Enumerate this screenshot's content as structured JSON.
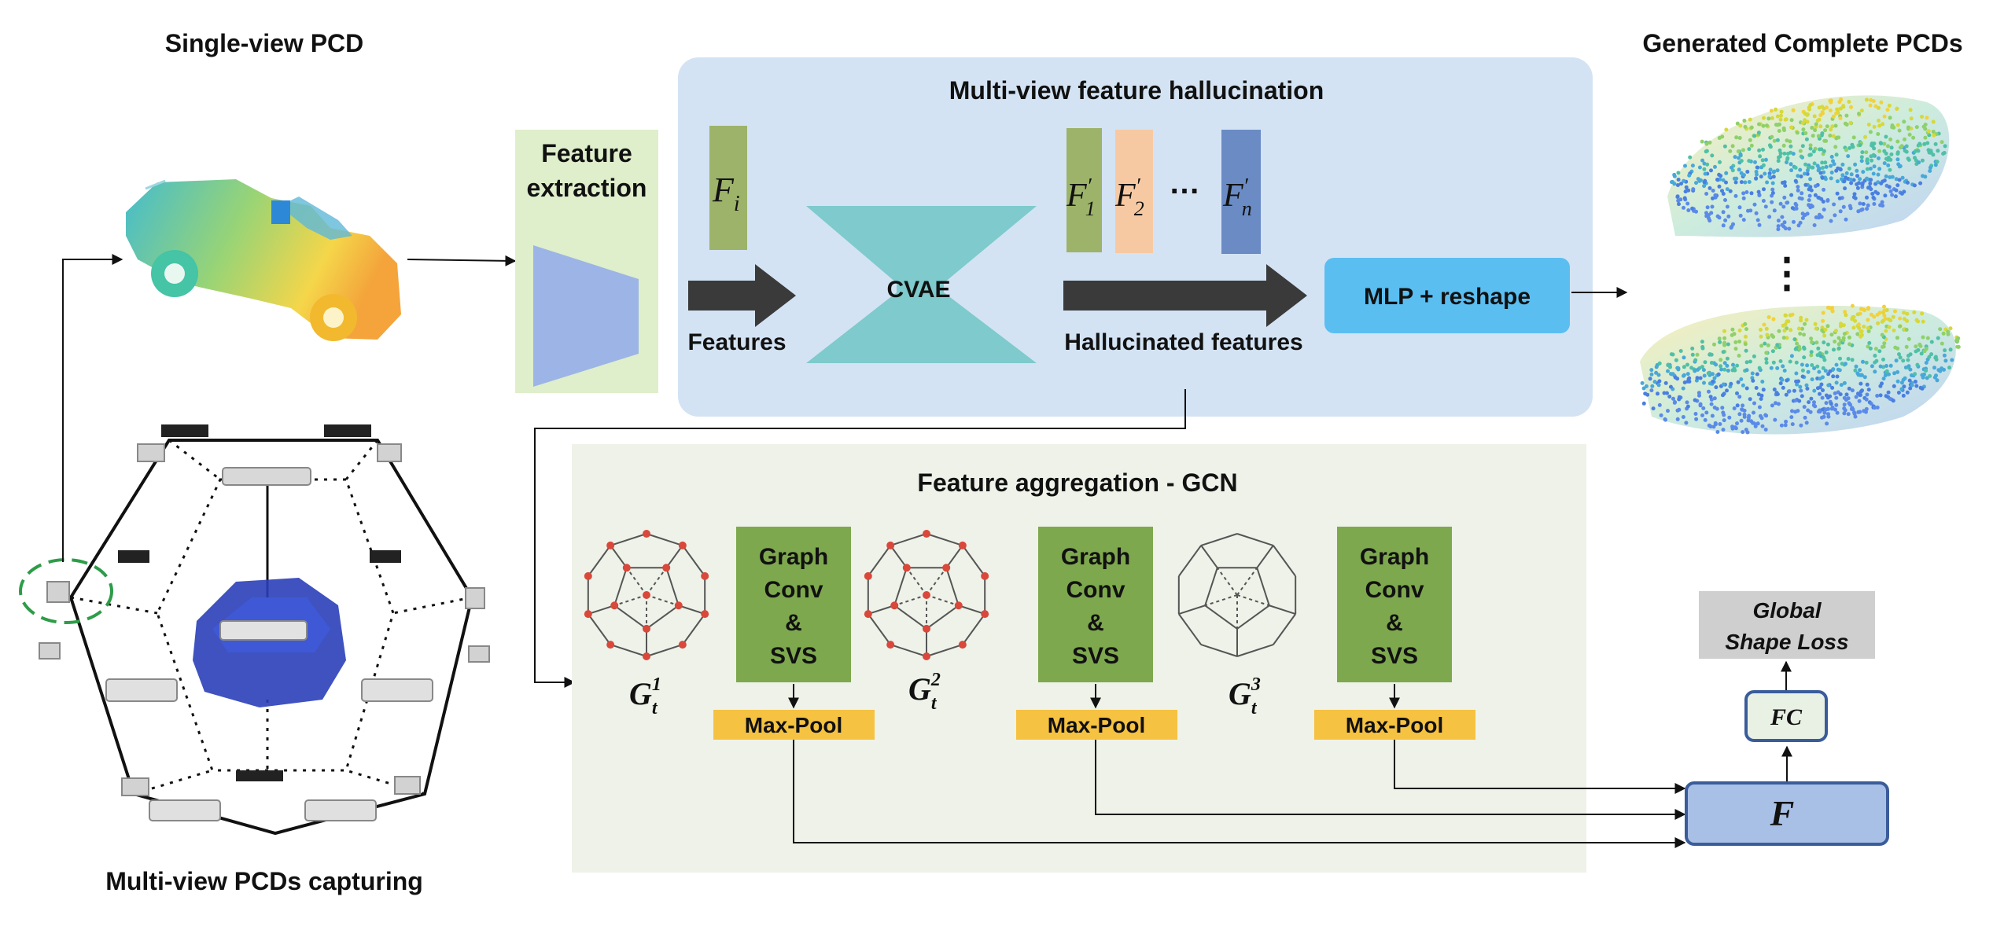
{
  "colors": {
    "hallucination_bg": "#d3e3f4",
    "aggregation_bg": "#eef2e8",
    "extraction_bg": "#dfeecb",
    "cvae": "#7ecacc",
    "mlp": "#5bbef0",
    "graph_conv": "#7ea84e",
    "max_pool": "#f5c242",
    "global_loss": "#cfcfcf",
    "fc": "#e8f1e4",
    "f_box": "#a9c0e6",
    "arrow_dark": "#3a3a3a",
    "feature_fi": "#9db36a",
    "feature_f1": "#9db36a",
    "feature_f2": "#f6c9a3",
    "feature_fn": "#6a8bc4",
    "extractor": "#9cb5e6",
    "node_red": "#d9483a"
  },
  "labels": {
    "single_view": "Single-view PCD",
    "multi_view_capture": "Multi-view PCDs capturing",
    "generated": "Generated Complete PCDs",
    "feature_extraction_1": "Feature",
    "feature_extraction_2": "extraction",
    "hallucination_title": "Multi-view feature hallucination",
    "cvae": "CVAE",
    "features": "Features",
    "hallucinated_features": "Hallucinated features",
    "mlp_reshape": "MLP + reshape",
    "aggregation_title": "Feature aggregation - GCN",
    "graph_conv_1": "Graph",
    "graph_conv_2": "Conv",
    "graph_conv_3": "&",
    "graph_conv_4": "SVS",
    "max_pool": "Max-Pool",
    "global_loss_1": "Global",
    "global_loss_2": "Shape Loss",
    "fc": "FC",
    "f_final": "F",
    "ellipsis": "…",
    "vdots": "⋮"
  },
  "math": {
    "fi": {
      "base": "F",
      "sub": "i"
    },
    "f1": {
      "base": "F",
      "sup": "′",
      "sub": "1"
    },
    "f2": {
      "base": "F",
      "sup": "′",
      "sub": "2"
    },
    "fn": {
      "base": "F",
      "sup": "′",
      "sub": "n"
    },
    "g1": {
      "base": "G",
      "sup": "1",
      "sub": "t"
    },
    "g2": {
      "base": "G",
      "sup": "2",
      "sub": "t"
    },
    "g3": {
      "base": "G",
      "sup": "3",
      "sub": "t"
    }
  }
}
